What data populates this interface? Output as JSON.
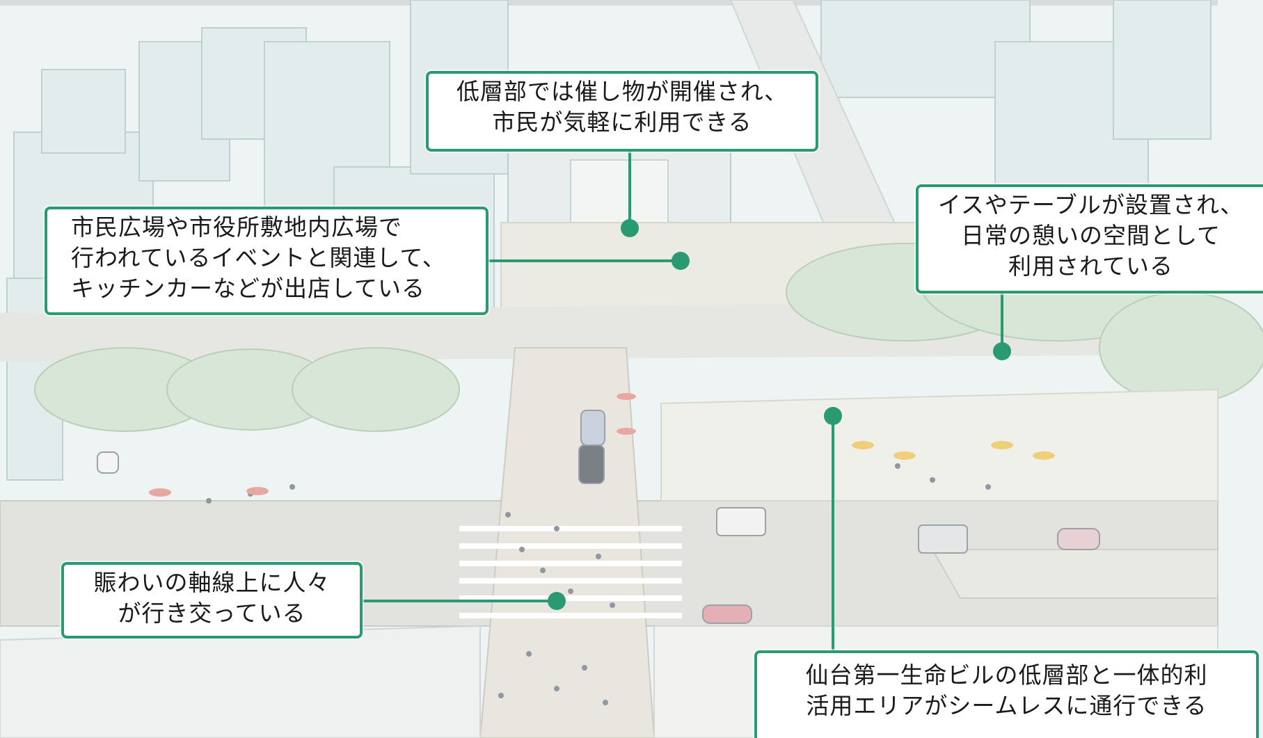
{
  "colors": {
    "accent": "#2a9a72",
    "text": "#1a1a1a",
    "sky": "#e4efef",
    "ground": "#eceae2",
    "tree": "#d3e3d2",
    "road": "#dcdcd8"
  },
  "callouts": {
    "lowrise_event": {
      "line1": "低層部では催し物が開催され、",
      "line2": "市民が気軽に利用できる"
    },
    "kitchen_car": {
      "line1": "市民広場や市役所敷地内広場で",
      "line2": "行われているイベントと関連して、",
      "line3": "キッチンカーなどが出店している"
    },
    "chairs_tables": {
      "line1": "イスやテーブルが設置され、",
      "line2": "日常の憩いの空間として",
      "line3": "利用されている"
    },
    "busy_axis": {
      "line1": "賑わいの軸線上に人々",
      "line2": "が行き交っている"
    },
    "seamless_passage": {
      "line1": "仙台第一生命ビルの低層部と一体的利",
      "line2": "活用エリアがシームレスに通行できる"
    }
  }
}
